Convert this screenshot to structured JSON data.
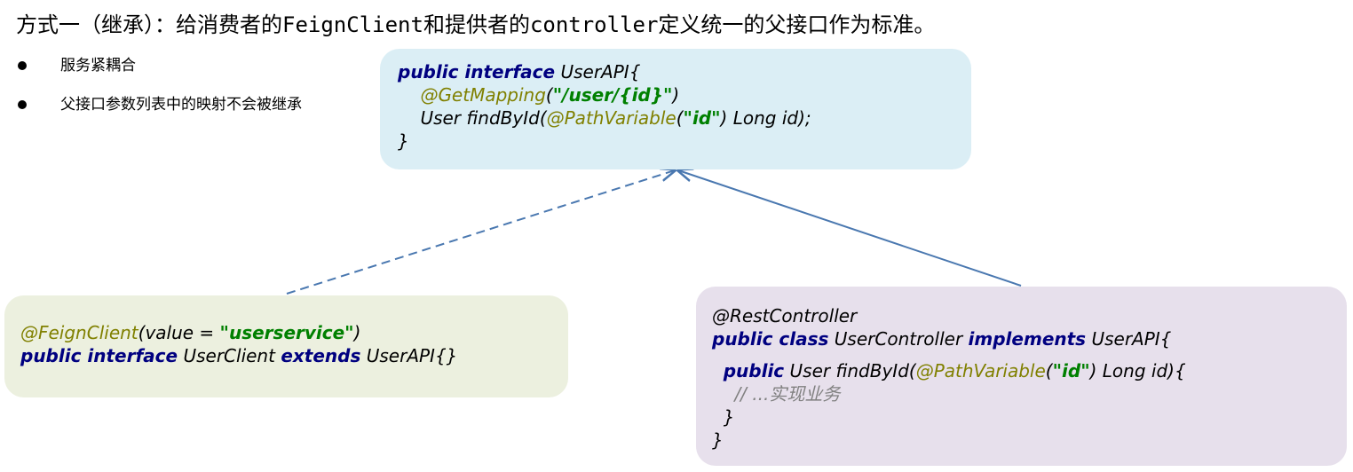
{
  "title": "方式一（继承）：给消费者的FeignClient和提供者的controller定义统一的父接口作为标准。",
  "bullets": [
    "服务紧耦合",
    "父接口参数列表中的映射不会被继承"
  ],
  "api_box": {
    "l1_kw": "public interface",
    "l1_txt": " UserAPI{",
    "l2_anno": "@GetMapping",
    "l2_p1": "(",
    "l2_str": "\"/user/{id}\"",
    "l2_p2": ")",
    "l3_txt": "User findById(",
    "l3_anno": "@PathVariable",
    "l3_p1": "(",
    "l3_str": "\"id\"",
    "l3_txt2": ") Long id);",
    "l4_txt": "}"
  },
  "client_box": {
    "l1_anno": "@FeignClient",
    "l1_txt": "(value = ",
    "l1_str": "\"userservice\"",
    "l1_txt2": ")",
    "l2_kw1": "public interface",
    "l2_txt": " UserClient ",
    "l2_kw2": "extends",
    "l2_txt2": " UserAPI{}"
  },
  "ctrl_box": {
    "l1_txt": "@RestController",
    "l2_kw1": "public class",
    "l2_txt": " UserController ",
    "l2_kw2": "implements",
    "l2_txt2": " UserAPI{",
    "l3_kw": "public",
    "l3_txt": " User findById(",
    "l3_anno": "@PathVariable",
    "l3_p1": "(",
    "l3_str": "\"id\"",
    "l3_txt2": ") Long id){",
    "l4_cmt": "// ...实现业务",
    "l5_txt": "}",
    "l6_txt": "}"
  },
  "colors": {
    "keyword": "#000080",
    "annotation": "#808000",
    "string": "#008000",
    "comment": "#808080",
    "arrow": "#4a78b0"
  }
}
